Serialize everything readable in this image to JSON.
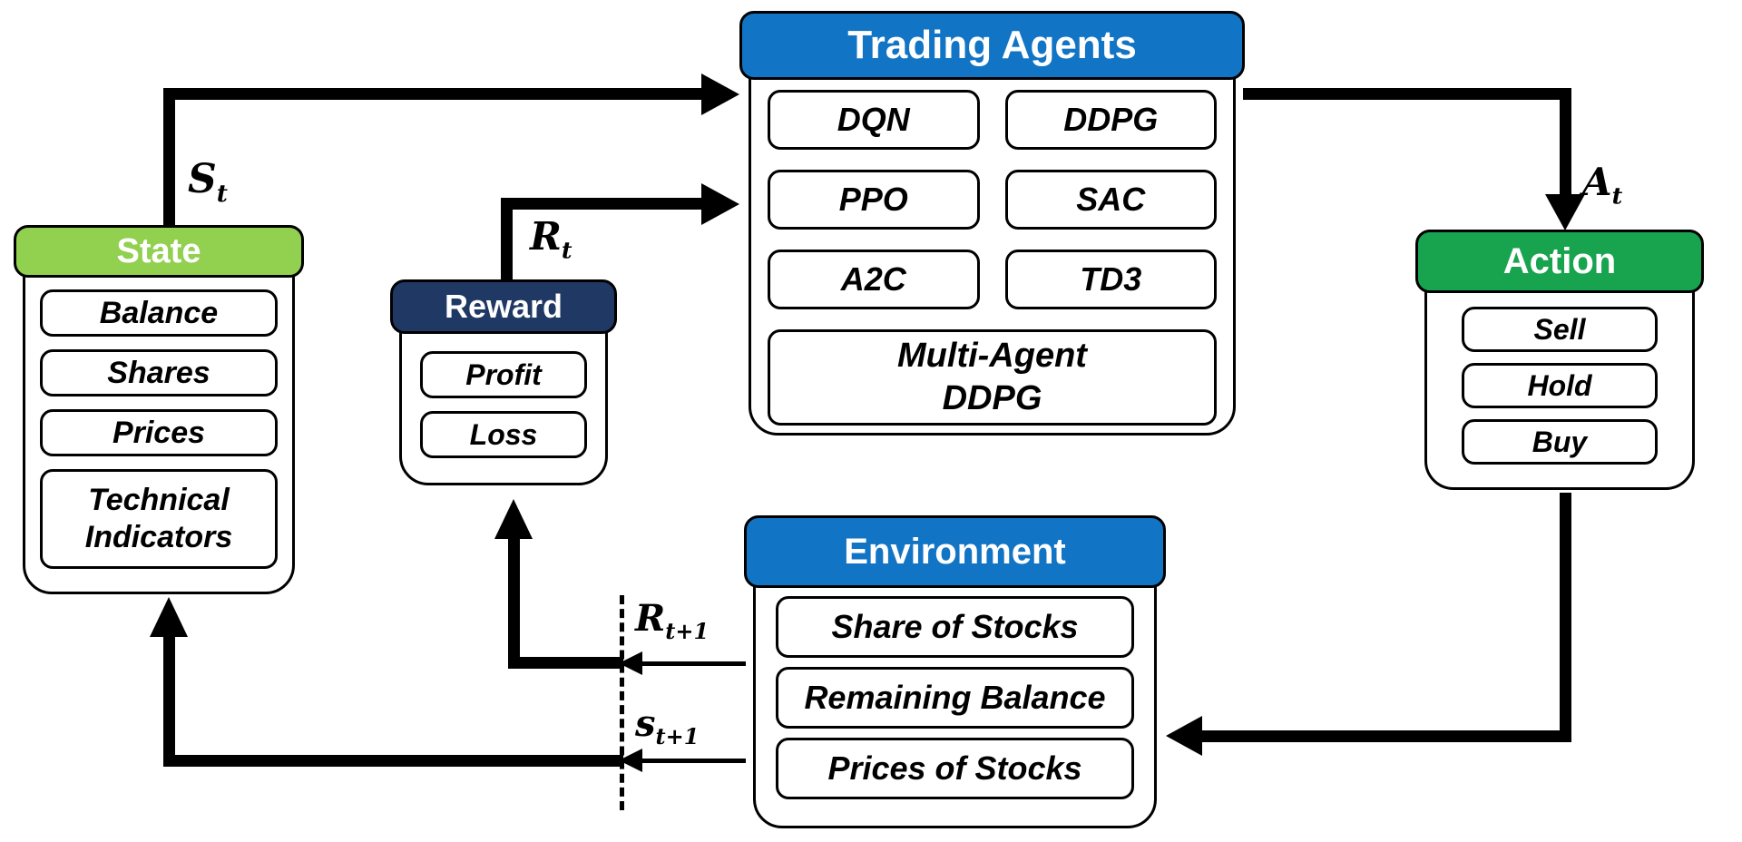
{
  "colors": {
    "state_header": "#92D050",
    "action_header": "#18A44F",
    "blue_header": "#1274C5",
    "reward_header": "#1F3864"
  },
  "state": {
    "title": "State",
    "items": [
      "Balance",
      "Shares",
      "Prices",
      "Technical\nIndicators"
    ]
  },
  "reward": {
    "title": "Reward",
    "items": [
      "Profit",
      "Loss"
    ]
  },
  "trading_agents": {
    "title": "Trading Agents",
    "items_left": [
      "DQN",
      "PPO",
      "A2C"
    ],
    "items_right": [
      "DDPG",
      "SAC",
      "TD3"
    ],
    "item_wide": "Multi-Agent\nDDPG"
  },
  "action": {
    "title": "Action",
    "items": [
      "Sell",
      "Hold",
      "Buy"
    ]
  },
  "environment": {
    "title": "Environment",
    "items": [
      "Share of Stocks",
      "Remaining Balance",
      "Prices of Stocks"
    ]
  },
  "labels": {
    "s_t": {
      "base": "S",
      "sub": "t"
    },
    "r_t": {
      "base": "R",
      "sub": "t"
    },
    "a_t": {
      "base": "A",
      "sub": "t"
    },
    "r_t1": {
      "base": "R",
      "sub": "t+1"
    },
    "s_t1": {
      "base": "s",
      "sub": "t+1"
    }
  }
}
